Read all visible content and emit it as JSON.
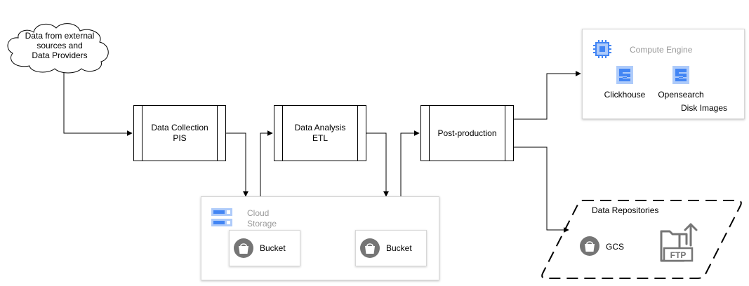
{
  "diagram": {
    "source_cloud": {
      "label": "Data from external\nsources and\nData Providers"
    },
    "steps": [
      {
        "label": "Data Collection\nPIS"
      },
      {
        "label": "Data Analysis\nETL"
      },
      {
        "label": "Post-production"
      }
    ],
    "compute_engine": {
      "title": "Compute Engine",
      "items": [
        {
          "label": "Clickhouse"
        },
        {
          "label": "Opensearch"
        }
      ],
      "caption": "Disk Images"
    },
    "cloud_storage": {
      "title": "Cloud\nStorage",
      "buckets": [
        {
          "label": "Bucket"
        },
        {
          "label": "Bucket"
        }
      ]
    },
    "data_repositories": {
      "title": "Data Repositories",
      "gcs_label": "GCS",
      "ftp_label": "FTP"
    },
    "colors": {
      "line": "#000000",
      "gcp_blue": "#4285f4",
      "gcp_light_blue": "#aecbfa",
      "icon_grey": "#757575",
      "muted_text": "#999999"
    }
  }
}
